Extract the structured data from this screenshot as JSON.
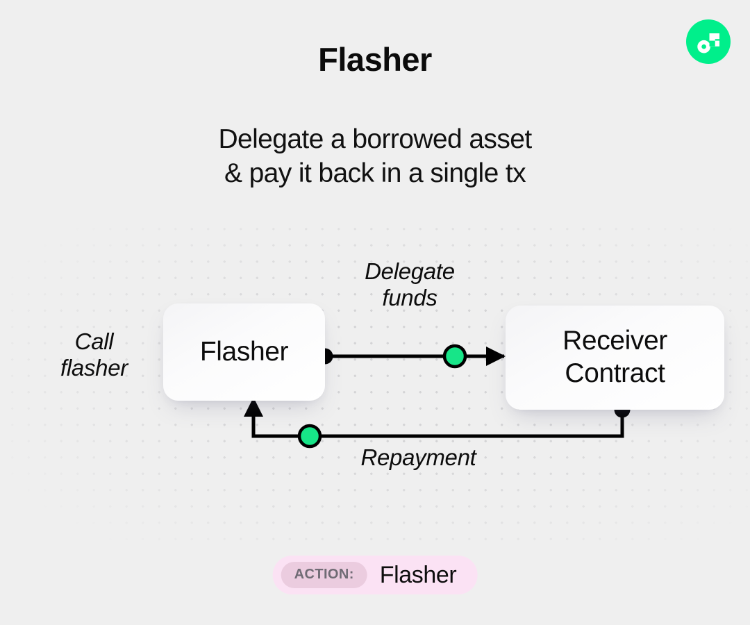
{
  "brand": {
    "logo_icon": "flow-logo-icon",
    "logo_color": "#00ef8b",
    "logo_mark_color": "#ffffff"
  },
  "header": {
    "title": "Flasher",
    "subtitle_line1": "Delegate a borrowed asset",
    "subtitle_line2": "& pay it back in a single tx"
  },
  "diagram": {
    "nodes": [
      {
        "id": "flasher",
        "label": "Flasher"
      },
      {
        "id": "receiver",
        "label_line1": "Receiver",
        "label_line2": "Contract"
      }
    ],
    "labels": {
      "call_flasher_line1": "Call",
      "call_flasher_line2": "flasher",
      "delegate_line1": "Delegate",
      "delegate_line2": "funds",
      "repayment": "Repayment"
    },
    "edges": [
      {
        "id": "delegate-funds-edge",
        "from": "flasher",
        "to": "receiver",
        "label": "Delegate funds",
        "direction": "left-to-right",
        "marker_color": "#00e57e",
        "line_color": "#000000"
      },
      {
        "id": "repayment-edge",
        "from": "receiver",
        "to": "flasher",
        "label": "Repayment",
        "direction": "right-to-left",
        "marker_color": "#00e57e",
        "line_color": "#000000"
      }
    ]
  },
  "action_badge": {
    "key": "ACTION:",
    "value": "Flasher",
    "background": "#fbe2f4",
    "key_background": "#ebccdf"
  }
}
